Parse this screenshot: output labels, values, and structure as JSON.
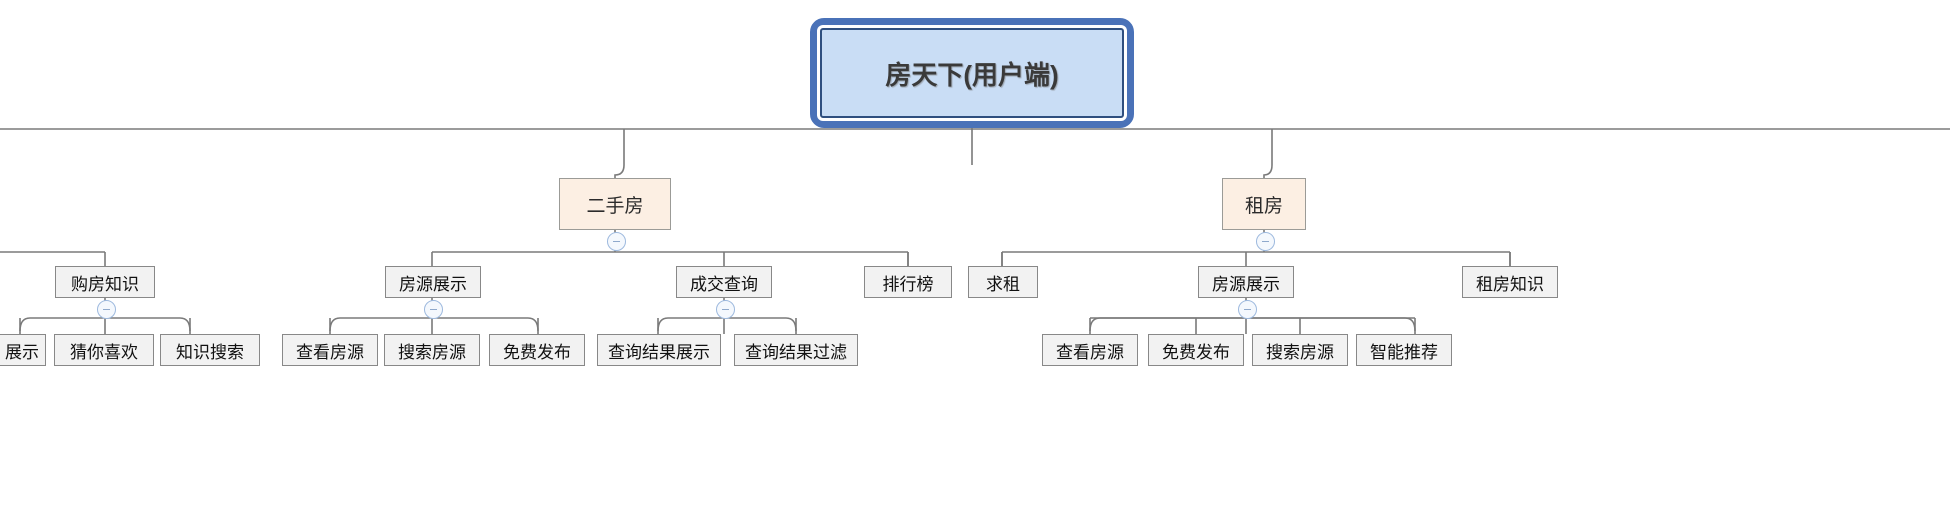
{
  "diagram": {
    "type": "tree-mindmap",
    "title": "房天下(用户端)",
    "orientation": "top-down",
    "colors": {
      "root_fill": "#c9ddf5",
      "root_border": "#4a72b8",
      "level1_fill": "#fcefe3",
      "level1_border": "#9b9b97",
      "node_fill": "#f2f2f2",
      "node_border": "#888888",
      "edge": "#7a7a7a",
      "toggle_border": "#9db9de"
    },
    "root": {
      "label": "房天下(用户端)"
    },
    "level1": [
      {
        "label": "二手房",
        "collapsed": false
      },
      {
        "label": "租房",
        "collapsed": false
      }
    ],
    "level2": [
      {
        "label": "购房知识",
        "parent": "buy-knowledge-branch",
        "has_toggle": true
      },
      {
        "label": "房源展示",
        "parent": "二手房",
        "has_toggle": true
      },
      {
        "label": "成交查询",
        "parent": "二手房",
        "has_toggle": true
      },
      {
        "label": "排行榜",
        "parent": "二手房",
        "has_toggle": false
      },
      {
        "label": "求租",
        "parent": "租房",
        "has_toggle": false
      },
      {
        "label": "房源展示",
        "parent": "租房",
        "has_toggle": true
      },
      {
        "label": "租房知识",
        "parent": "租房",
        "has_toggle": false
      }
    ],
    "level3": [
      {
        "label": "展示",
        "parent": "购房知识",
        "clipped": true
      },
      {
        "label": "猜你喜欢",
        "parent": "购房知识"
      },
      {
        "label": "知识搜索",
        "parent": "购房知识"
      },
      {
        "label": "查看房源",
        "parent": "房源展示(二手房)"
      },
      {
        "label": "搜索房源",
        "parent": "房源展示(二手房)"
      },
      {
        "label": "免费发布",
        "parent": "房源展示(二手房)"
      },
      {
        "label": "查询结果展示",
        "parent": "成交查询"
      },
      {
        "label": "查询结果过滤",
        "parent": "成交查询"
      },
      {
        "label": "查看房源",
        "parent": "房源展示(租房)"
      },
      {
        "label": "免费发布",
        "parent": "房源展示(租房)"
      },
      {
        "label": "搜索房源",
        "parent": "房源展示(租房)"
      },
      {
        "label": "智能推荐",
        "parent": "房源展示(租房)"
      }
    ],
    "toggle_symbol": "−"
  }
}
